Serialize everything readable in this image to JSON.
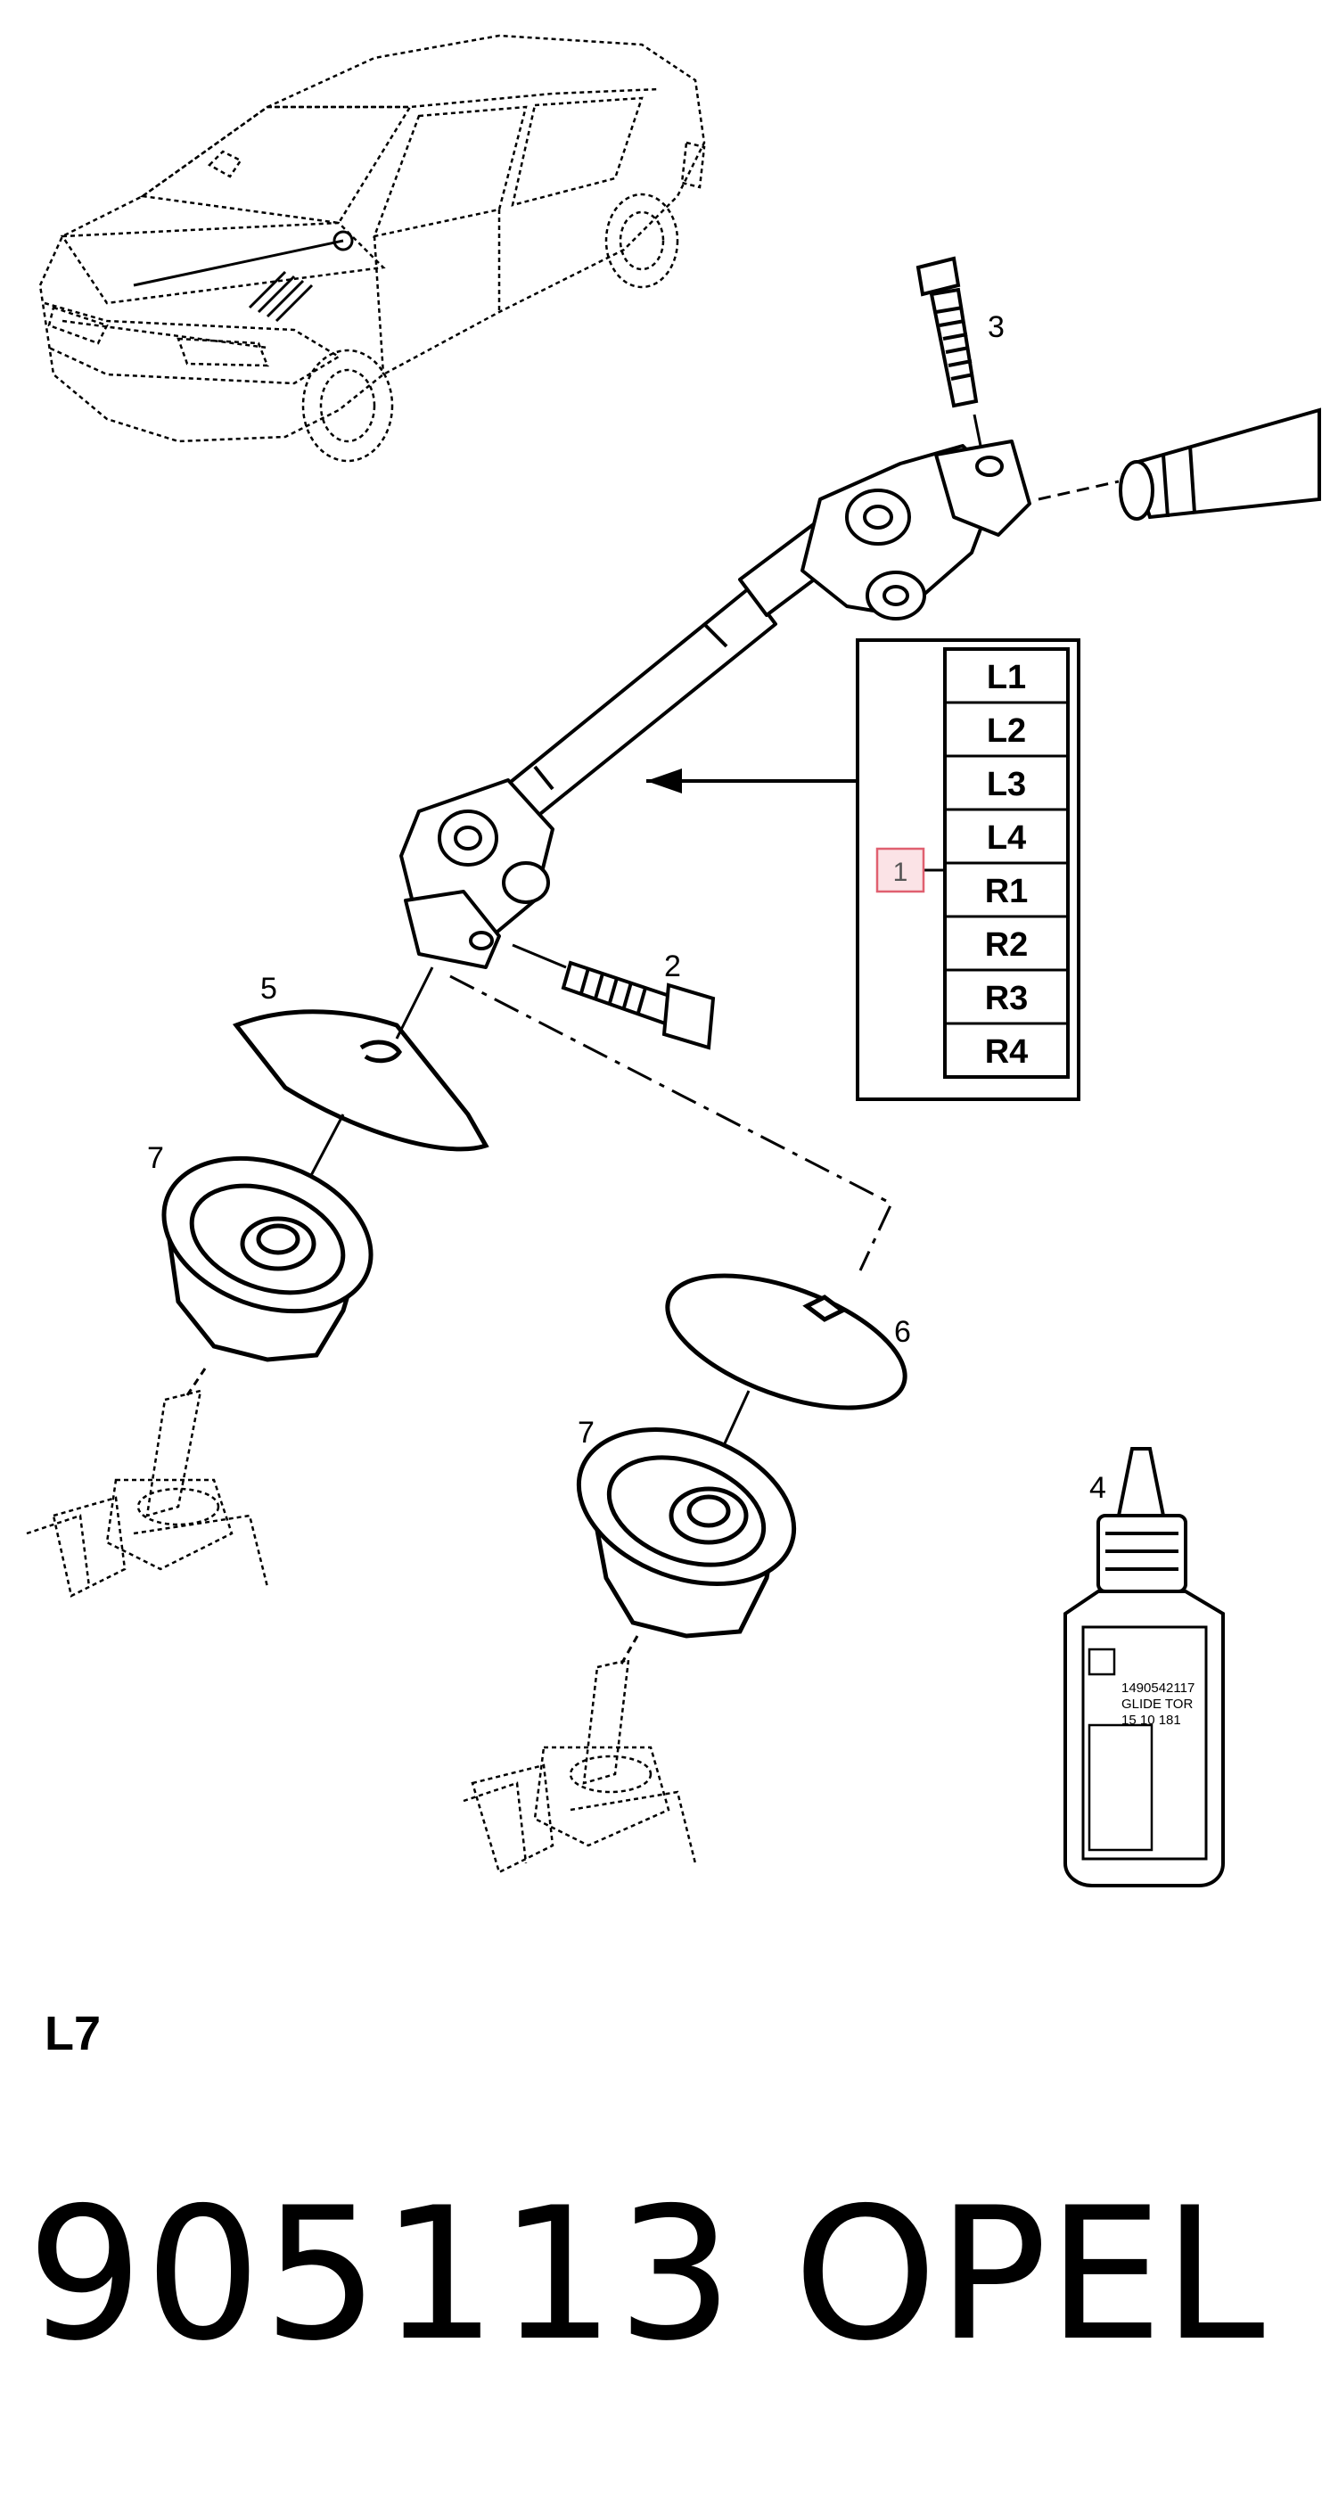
{
  "callouts": {
    "c1": "1",
    "c2": "2",
    "c3": "3",
    "c4": "4",
    "c5": "5",
    "c6": "6",
    "c7a": "7",
    "c7b": "7"
  },
  "legend": {
    "cells": [
      "L1",
      "L2",
      "L3",
      "L4",
      "R1",
      "R2",
      "R3",
      "R4"
    ]
  },
  "bottle_label": {
    "line1": "1490542117",
    "line2": "GLIDE TOR",
    "line3": "15 10 181"
  },
  "footer": {
    "model_code": "L7",
    "part_number": "905113",
    "brand": "OPEL"
  },
  "colors": {
    "ink": "#000000",
    "callout_highlight_border": "#e06070",
    "callout_highlight_fill": "#fbe3e6"
  }
}
